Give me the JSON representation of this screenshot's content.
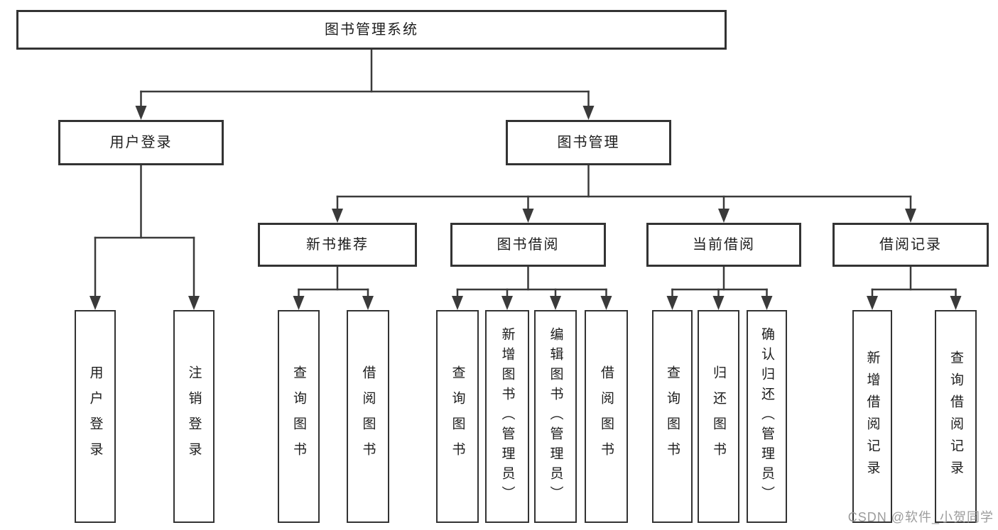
{
  "diagram": {
    "type": "tree",
    "nodes": {
      "root": {
        "label": "图书管理系统",
        "children": [
          "user-login",
          "book-mgmt"
        ]
      },
      "user-login": {
        "label": "用户登录",
        "children": [
          "leaf-user-login",
          "leaf-logout"
        ]
      },
      "book-mgmt": {
        "label": "图书管理",
        "children": [
          "new-books",
          "book-borrow",
          "current-borrow",
          "borrow-records"
        ]
      },
      "new-books": {
        "label": "新书推荐",
        "children": [
          "nb-query",
          "nb-borrow"
        ]
      },
      "book-borrow": {
        "label": "图书借阅",
        "children": [
          "bb-query",
          "bb-add",
          "bb-edit",
          "bb-borrow"
        ]
      },
      "current-borrow": {
        "label": "当前借阅",
        "children": [
          "cb-query",
          "cb-return",
          "cb-confirm"
        ]
      },
      "borrow-records": {
        "label": "借阅记录",
        "children": [
          "br-add",
          "br-query"
        ]
      },
      "leaf-user-login": {
        "label": "用户登录"
      },
      "leaf-logout": {
        "label": "注销登录"
      },
      "nb-query": {
        "label": "查询图书"
      },
      "nb-borrow": {
        "label": "借阅图书"
      },
      "bb-query": {
        "label": "查询图书"
      },
      "bb-add": {
        "label": "新增图书（管理员）"
      },
      "bb-edit": {
        "label": "编辑图书（管理员）"
      },
      "bb-borrow": {
        "label": "借阅图书"
      },
      "cb-query": {
        "label": "查询图书"
      },
      "cb-return": {
        "label": "归还图书"
      },
      "cb-confirm": {
        "label": "确认归还（管理员）"
      },
      "br-add": {
        "label": "新增借阅记录"
      },
      "br-query": {
        "label": "查询借阅记录"
      }
    }
  },
  "watermark": {
    "text": "CSDN @软件_小贺同学"
  },
  "colors": {
    "line": "#3a3a3a",
    "box_border": "#333333",
    "box_fill": "#ffffff",
    "text": "#1d1d1d",
    "watermark": "#9c9c9c",
    "background": "#ffffff"
  }
}
